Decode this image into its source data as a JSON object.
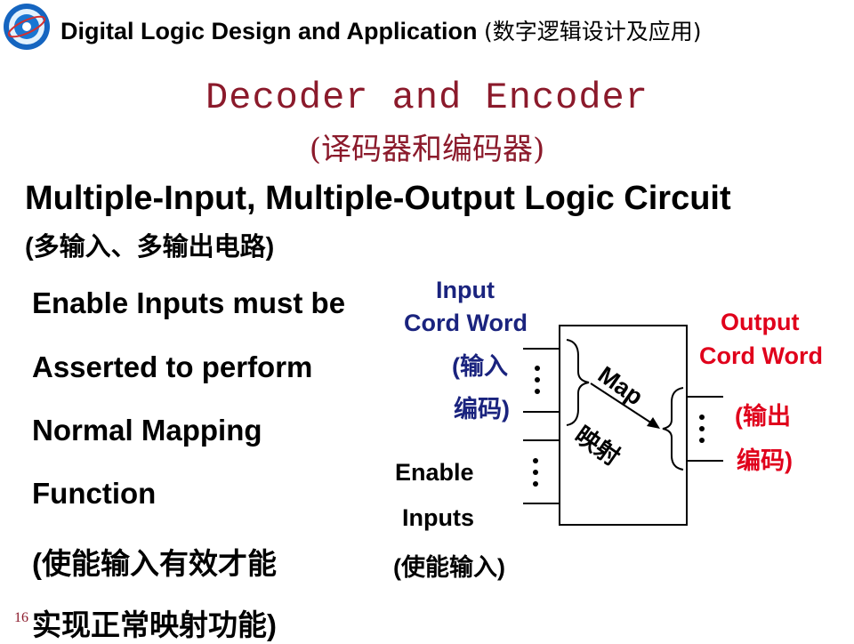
{
  "header": {
    "title": "Digital Logic Design and Application",
    "title_cn": "(数字逻辑设计及应用)"
  },
  "slide": {
    "title": "Decoder and Encoder",
    "subtitle": "(译码器和编码器)",
    "heading": "Multiple-Input, Multiple-Output Logic Circuit",
    "heading_cn": "(多输入、多输出电路)",
    "bullets": [
      "Enable Inputs must be",
      "Asserted to perform",
      "Normal Mapping",
      "Function",
      "(使能输入有效才能",
      "实现正常映射功能)"
    ],
    "page_number": "16"
  },
  "diagram": {
    "input_label_1": "Input",
    "input_label_2": "Cord Word",
    "input_label_cn_1": "(输入",
    "input_label_cn_2": "编码)",
    "output_label_1": "Output",
    "output_label_2": "Cord Word",
    "output_label_cn_1": "(输出",
    "output_label_cn_2": "编码)",
    "enable_label_1": "Enable",
    "enable_label_2": "Inputs",
    "enable_label_cn": "(使能输入)",
    "map_label": "Map",
    "map_label_cn": "映射",
    "colors": {
      "navy": "#1a237e",
      "red": "#e0001b",
      "title": "#8b1a2b"
    }
  }
}
